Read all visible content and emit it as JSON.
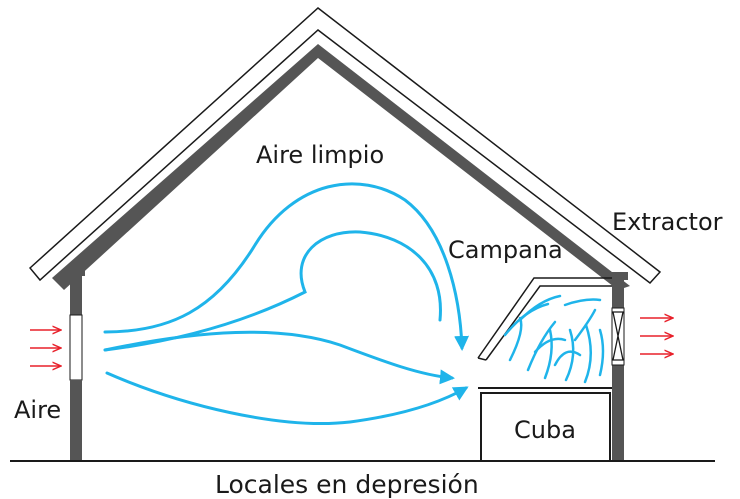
{
  "labels": {
    "clean_air": "Aire limpio",
    "extractor": "Extractor",
    "hood": "Campana",
    "air": "Aire",
    "tank": "Cuba",
    "caption": "Locales en depresión"
  },
  "colors": {
    "airflow": "#1fb4ea",
    "inlet_arrows": "#e8202a",
    "structure": "#555555",
    "outline": "#1a1a1a",
    "background": "#ffffff"
  }
}
